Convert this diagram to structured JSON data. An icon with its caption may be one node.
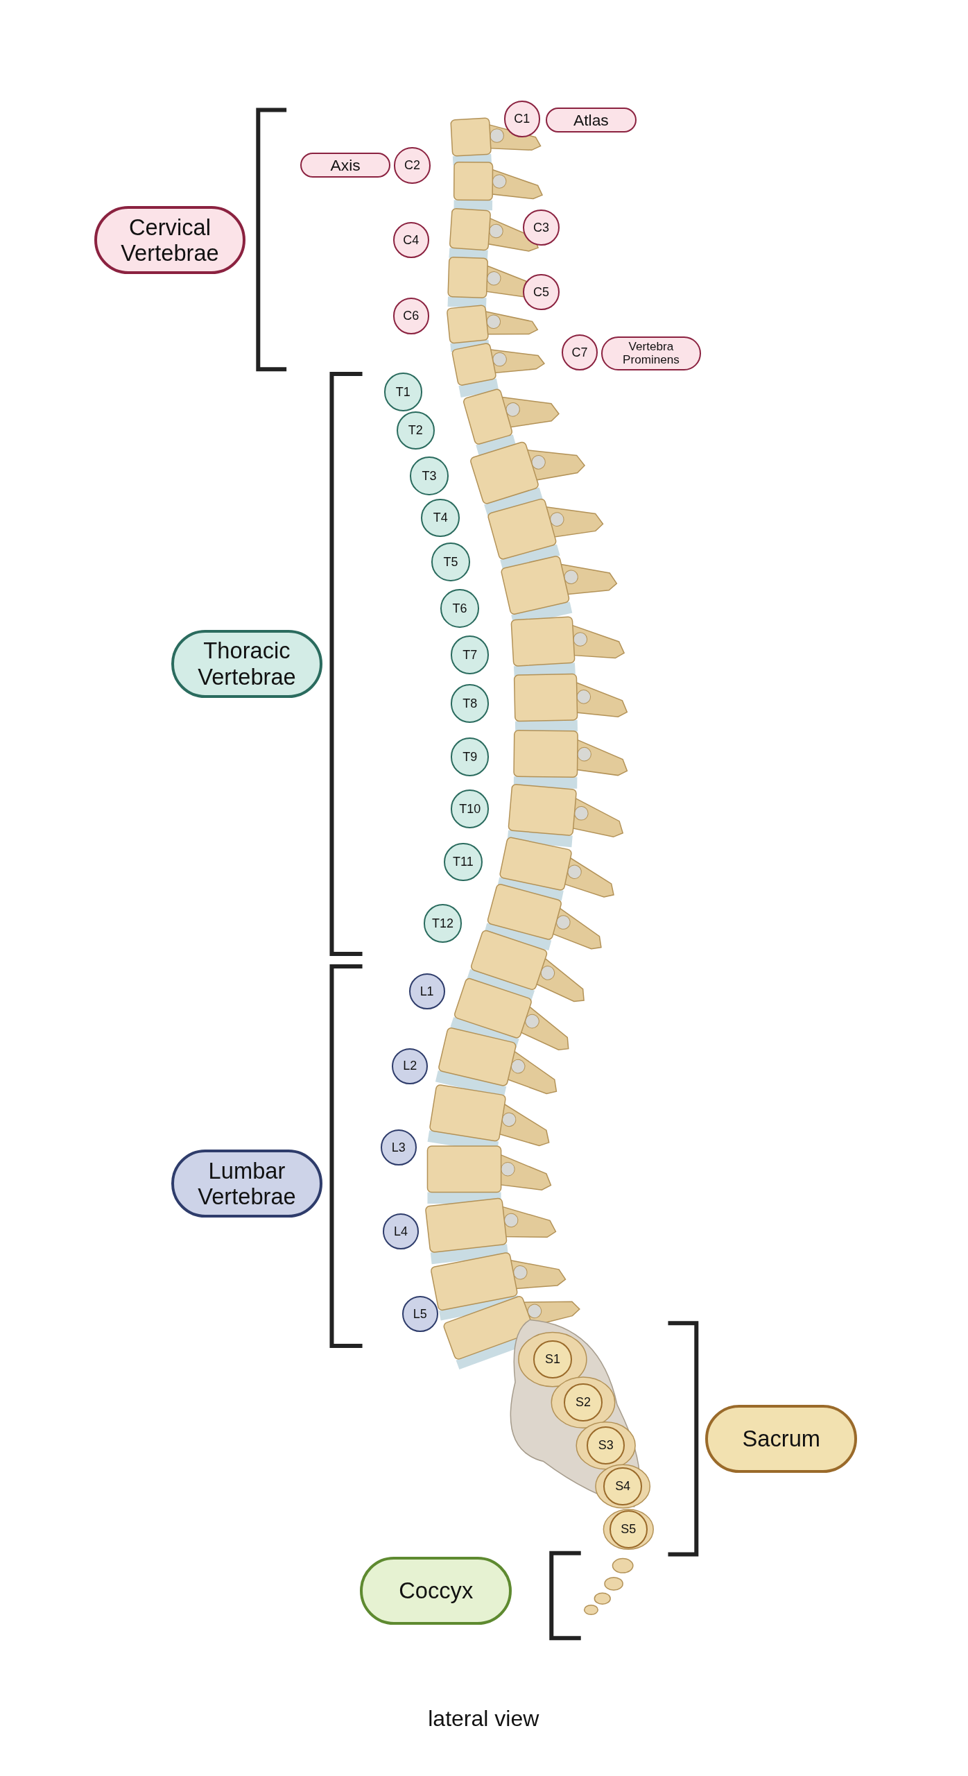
{
  "diagram": {
    "caption": "lateral view",
    "nodes": [
      {
        "text": [
          "Cervical Vertebrae"
        ]
      },
      {
        "text": [
          "C1"
        ]
      },
      {
        "text": [
          "Atlas"
        ]
      },
      {
        "text": [
          "Axis"
        ]
      },
      {
        "text": [
          "C2"
        ]
      },
      {
        "text": [
          "C3"
        ]
      },
      {
        "text": [
          "C4"
        ]
      },
      {
        "text": [
          "C5"
        ]
      },
      {
        "text": [
          "C6"
        ]
      },
      {
        "text": [
          "C7"
        ]
      },
      {
        "text": [
          "Vertebra Prominens"
        ]
      },
      {
        "text": [
          "Thoracic Vertebrae"
        ]
      },
      {
        "text": [
          "T1"
        ]
      },
      {
        "text": [
          "T2"
        ]
      },
      {
        "text": [
          "T3"
        ]
      },
      {
        "text": [
          "T4"
        ]
      },
      {
        "text": [
          "T5"
        ]
      },
      {
        "text": [
          "T6"
        ]
      },
      {
        "text": [
          "T7"
        ]
      },
      {
        "text": [
          "T8"
        ]
      },
      {
        "text": [
          "T9"
        ]
      },
      {
        "text": [
          "T10"
        ]
      },
      {
        "text": [
          "T11"
        ]
      },
      {
        "text": [
          "T12"
        ]
      },
      {
        "text": [
          "Lumbar Vertebrae"
        ]
      },
      {
        "text": [
          "L1"
        ]
      },
      {
        "text": [
          "L2"
        ]
      },
      {
        "text": [
          "L3"
        ]
      },
      {
        "text": [
          "L4"
        ]
      },
      {
        "text": [
          "L5"
        ]
      },
      {
        "text": [
          "Sacrum"
        ]
      },
      {
        "text": [
          "S1"
        ]
      },
      {
        "text": [
          "S2"
        ]
      },
      {
        "text": [
          "S3"
        ]
      },
      {
        "text": [
          "S4"
        ]
      },
      {
        "text": [
          "S5"
        ]
      },
      {
        "text": [
          "Coccyx"
        ]
      }
    ]
  }
}
